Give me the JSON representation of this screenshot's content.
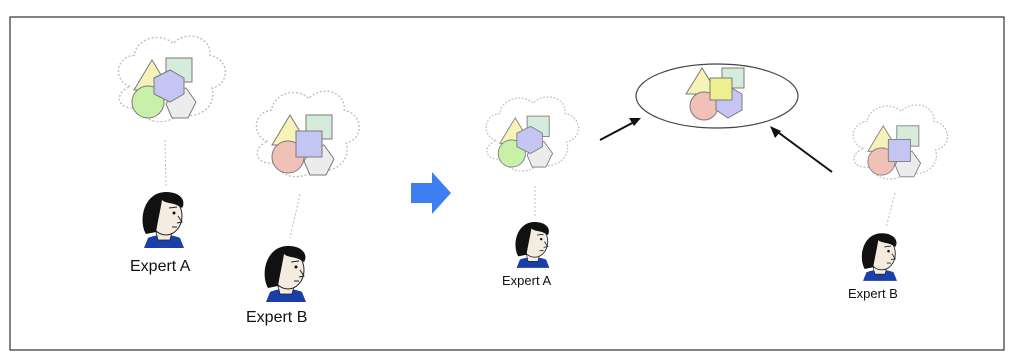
{
  "labels": {
    "left_expert_a": "Expert A",
    "left_expert_b": "Expert B",
    "right_expert_a": "Expert A",
    "right_expert_b": "Expert B"
  },
  "colors": {
    "frame": "#333333",
    "cloud_outline": "#bdbdbd",
    "triangle": "#f6f3b8",
    "square": "#d5ecdc",
    "circle": "#c8f0a8",
    "circle_pink": "#f1c0b6",
    "hexagon": "#c5c5f3",
    "pentagon": "#ececec",
    "yellow_square": "#eef08e",
    "big_arrow": "#3d7ef0",
    "arrows": "#111111",
    "hair": "#111111",
    "collar": "#1a3fa8"
  },
  "icons": [
    "knowledge-cloud-icon",
    "expert-face-icon",
    "transfer-arrow-icon",
    "shared-knowledge-ellipse"
  ]
}
